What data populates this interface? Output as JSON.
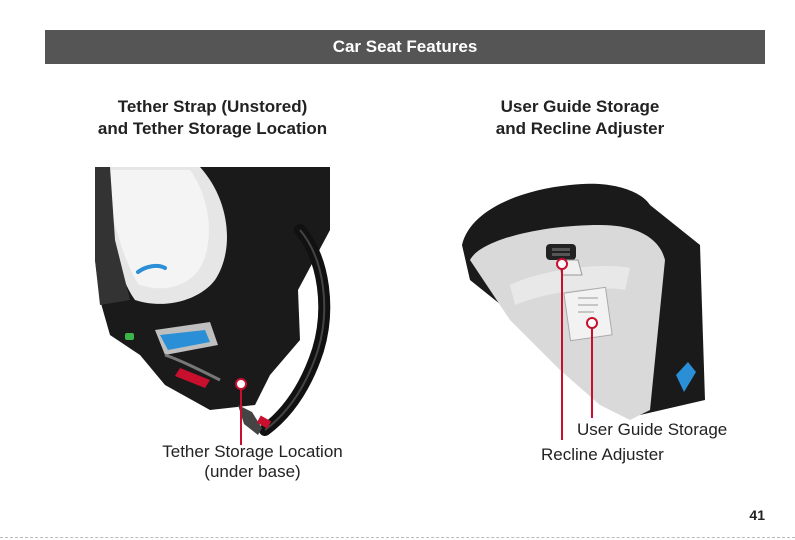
{
  "banner": {
    "title": "Car Seat Features"
  },
  "left_panel": {
    "heading_line1": "Tether Strap (Unstored)",
    "heading_line2": "and Tether Storage Location",
    "callout_line1": "Tether Storage Location",
    "callout_line2": "(under base)"
  },
  "right_panel": {
    "heading_line1": "User Guide Storage",
    "heading_line2": "and Recline Adjuster",
    "callout_guide": "User Guide Storage",
    "callout_recline": "Recline Adjuster"
  },
  "page_number": "41",
  "colors": {
    "banner": "#555555",
    "callout": "#c8102e",
    "seat_shell": "#1a1a1a",
    "seat_plastic": "#d9d9d9",
    "accent_blue": "#2a8fd6"
  }
}
